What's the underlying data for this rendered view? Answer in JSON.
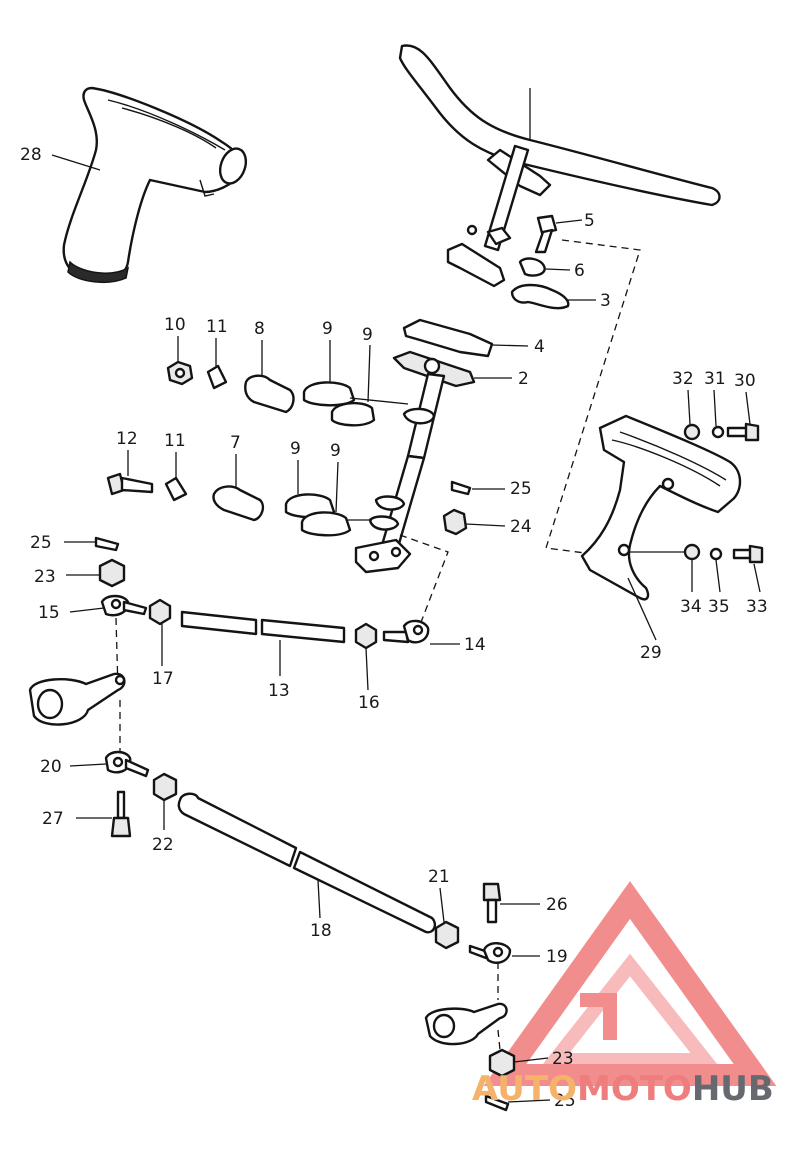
{
  "diagram": {
    "type": "exploded parts diagram",
    "callouts": [
      "2",
      "3",
      "4",
      "5",
      "6",
      "7",
      "8",
      "9",
      "9",
      "9",
      "9",
      "10",
      "11",
      "11",
      "12",
      "13",
      "14",
      "15",
      "16",
      "17",
      "18",
      "19",
      "20",
      "21",
      "22",
      "23",
      "23",
      "24",
      "25",
      "25",
      "25",
      "26",
      "27",
      "28",
      "29",
      "30",
      "31",
      "32",
      "33",
      "34",
      "35"
    ]
  },
  "labels": {
    "n2": "2",
    "n3": "3",
    "n4": "4",
    "n5": "5",
    "n6": "6",
    "n7": "7",
    "n8": "8",
    "n9a": "9",
    "n9b": "9",
    "n9c": "9",
    "n9d": "9",
    "n10": "10",
    "n11a": "11",
    "n11b": "11",
    "n12": "12",
    "n13": "13",
    "n14": "14",
    "n15": "15",
    "n16": "16",
    "n17": "17",
    "n18": "18",
    "n19": "19",
    "n20": "20",
    "n21": "21",
    "n22": "22",
    "n23a": "23",
    "n23b": "23",
    "n24": "24",
    "n25a": "25",
    "n25b": "25",
    "n25c": "25",
    "n26": "26",
    "n27": "27",
    "n28": "28",
    "n29": "29",
    "n30": "30",
    "n31": "31",
    "n32": "32",
    "n33": "33",
    "n34": "34",
    "n35": "35"
  },
  "watermark": {
    "part1": "AUTO",
    "part2": "MOTO",
    "part3": "HUB",
    "colors": {
      "auto": "#f5b26a",
      "moto": "#ef7d7d",
      "hub": "#666a70",
      "logo": "#f07a7a"
    }
  }
}
